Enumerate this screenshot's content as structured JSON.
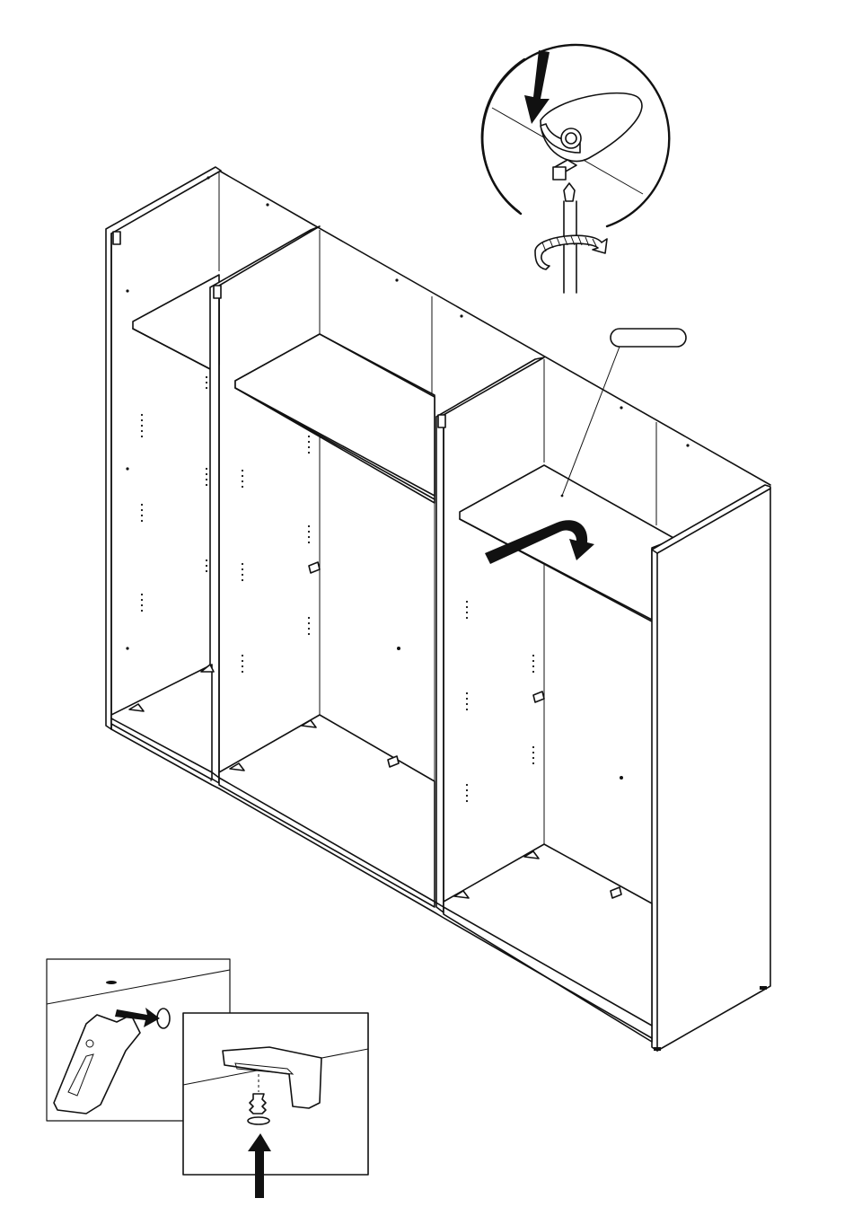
{
  "figure": {
    "label_callout_text": "",
    "panels": [
      {
        "name": "cam-lock-detail"
      },
      {
        "name": "shelf-pin-detail"
      },
      {
        "name": "foot-screw-detail"
      }
    ],
    "main_unit": "wardrobe-carcass",
    "colors": {
      "line": "#111111",
      "background": "#ffffff"
    },
    "icons": [
      "down-arrow-icon",
      "up-arrow-icon",
      "rotate-arrow-icon",
      "insert-arrow-icon",
      "screwdriver-icon"
    ]
  }
}
